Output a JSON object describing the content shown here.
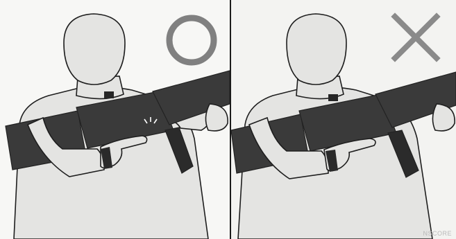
{
  "panels": [
    {
      "id": "correct",
      "marker": "circle",
      "marker_icon": "circle-correct-icon",
      "marker_color": "#808080"
    },
    {
      "id": "incorrect",
      "marker": "cross",
      "marker_icon": "cross-incorrect-icon",
      "marker_color": "#8a8a8a"
    }
  ],
  "colors": {
    "figure_fill": "#e4e4e2",
    "outline": "#1e1e1e",
    "rifle": "#3a3a3a",
    "rifle_dark": "#262626"
  },
  "corner_text": "NSCORE"
}
